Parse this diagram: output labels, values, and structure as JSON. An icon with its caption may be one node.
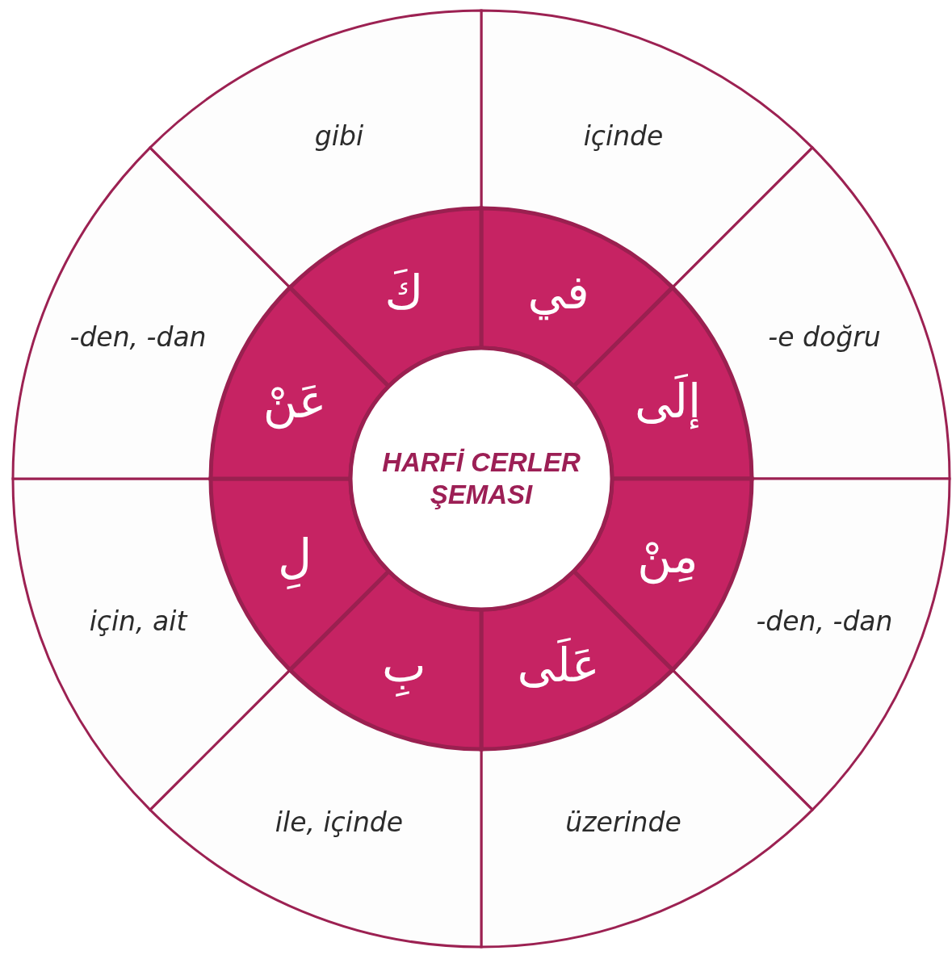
{
  "diagram": {
    "nodes": [
      {
        "text": [
          "HARFİ CERLER ŞEMASI"
        ]
      },
      {
        "text": [
          "في"
        ]
      },
      {
        "text": [
          "إلَى"
        ]
      },
      {
        "text": [
          "مِنْ"
        ]
      },
      {
        "text": [
          "عَلَى"
        ]
      },
      {
        "text": [
          "بِ"
        ]
      },
      {
        "text": [
          "لِ"
        ]
      },
      {
        "text": [
          "عَنْ"
        ]
      },
      {
        "text": [
          "كَ"
        ]
      },
      {
        "text": [
          "içinde"
        ]
      },
      {
        "text": [
          "-e doğru"
        ]
      },
      {
        "text": [
          "-den, -dan"
        ]
      },
      {
        "text": [
          "üzerinde"
        ]
      },
      {
        "text": [
          "ile, içinde"
        ]
      },
      {
        "text": [
          "için, ait"
        ]
      },
      {
        "text": [
          "-den, -dan"
        ]
      },
      {
        "text": [
          "gibi"
        ]
      }
    ]
  }
}
